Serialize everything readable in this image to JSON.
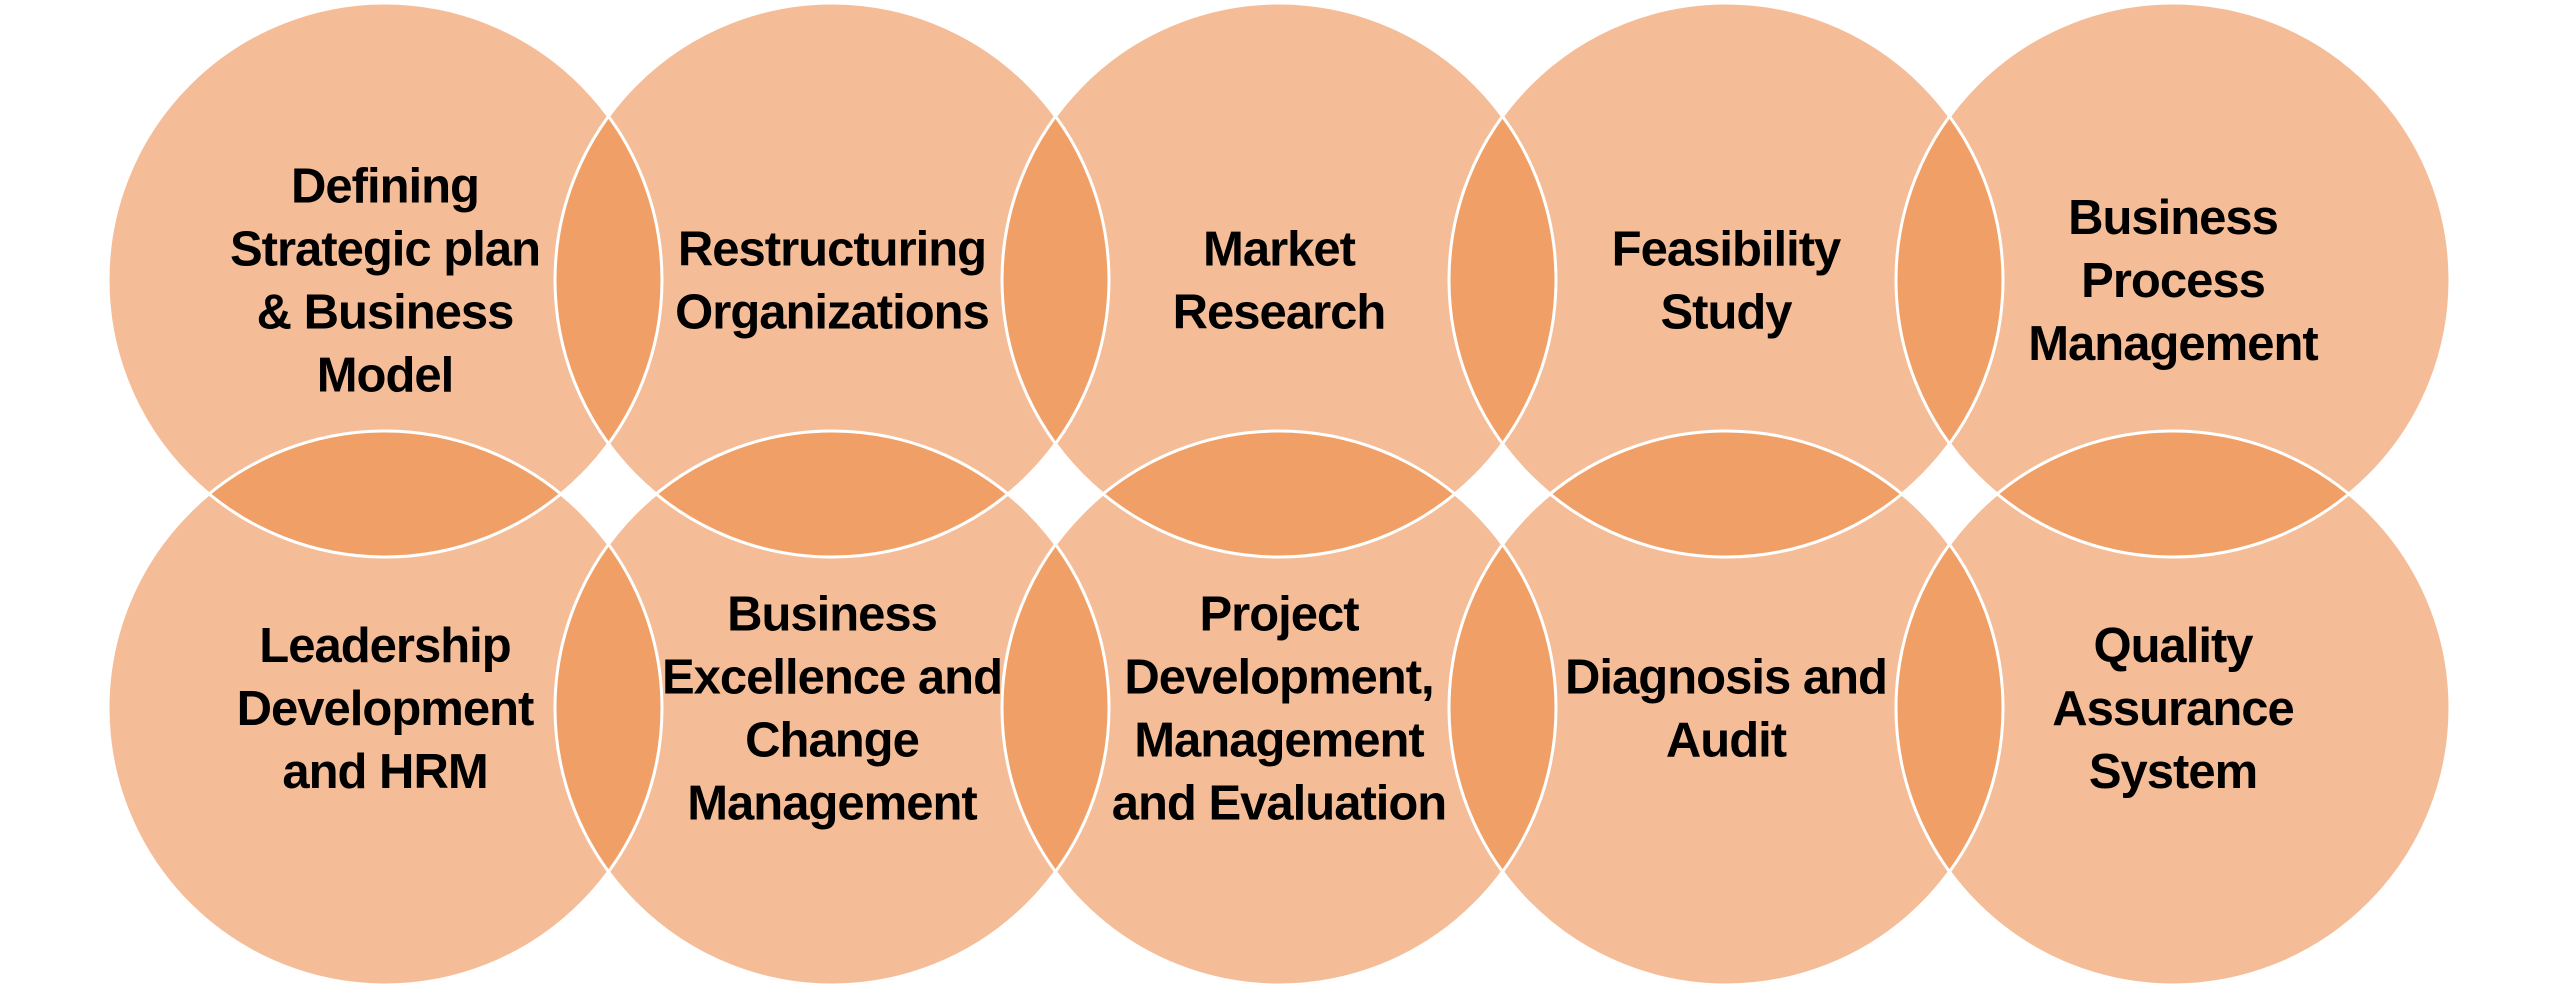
{
  "diagram": {
    "colors": {
      "circle": "#f5bd97",
      "overlap": "#f0a066",
      "outline": "#ffffff",
      "text": "#000000"
    },
    "rows": [
      {
        "circles": [
          {
            "id": "strategic-plan",
            "lines": [
              "Defining",
              "Strategic plan",
              "& Business",
              "Model"
            ]
          },
          {
            "id": "restructuring",
            "lines": [
              "Restructuring",
              "Organizations"
            ]
          },
          {
            "id": "market-research",
            "lines": [
              "Market",
              "Research"
            ]
          },
          {
            "id": "feasibility-study",
            "lines": [
              "Feasibility",
              "Study"
            ]
          },
          {
            "id": "business-process",
            "lines": [
              "Business",
              "Process",
              "Management"
            ]
          }
        ]
      },
      {
        "circles": [
          {
            "id": "leadership",
            "lines": [
              "Leadership",
              "Development",
              "and HRM"
            ]
          },
          {
            "id": "business-excellence",
            "lines": [
              "Business",
              "Excellence and",
              "Change",
              "Management"
            ]
          },
          {
            "id": "project-development",
            "lines": [
              "Project",
              "Development,",
              "Management",
              "and Evaluation"
            ]
          },
          {
            "id": "diagnosis-audit",
            "lines": [
              "Diagnosis and",
              "Audit"
            ]
          },
          {
            "id": "quality-assurance",
            "lines": [
              "Quality",
              "Assurance",
              "System"
            ]
          }
        ]
      }
    ]
  }
}
